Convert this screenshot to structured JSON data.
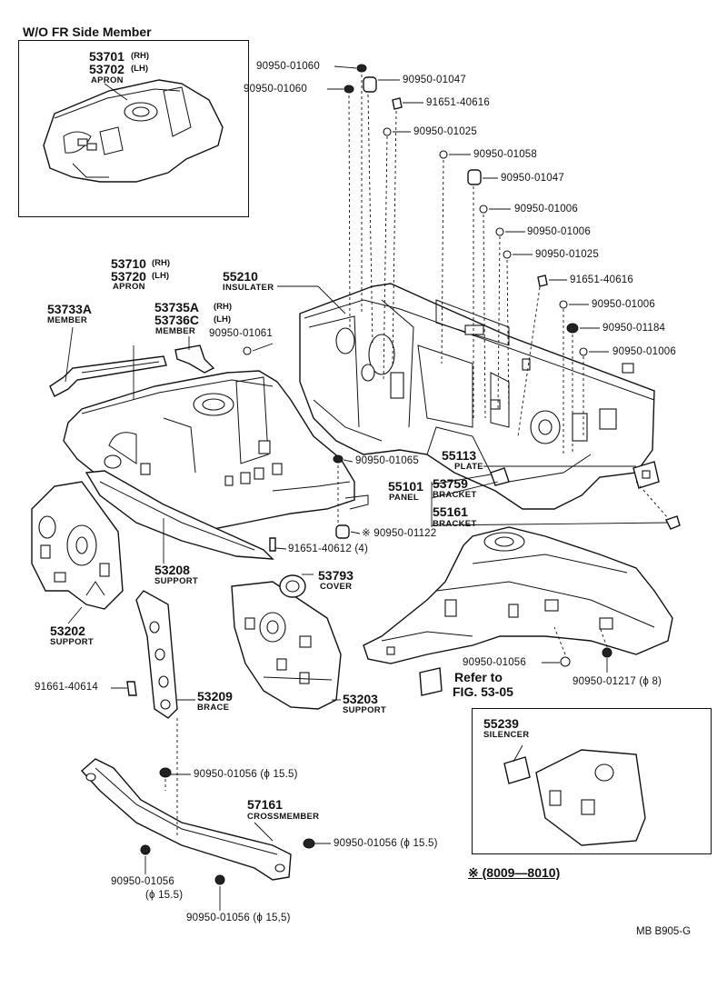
{
  "inset_top": {
    "title": "W/O FR Side Member",
    "part1": "53701",
    "part1_sfx": "(RH)",
    "part2": "53702",
    "part2_sfx": "(LH)",
    "name": "APRON"
  },
  "inset_bottom": {
    "number": "55239",
    "name": "SILENCER",
    "caption": "※ (8009—8010)"
  },
  "footer_code": "MB  B905-G",
  "refer": {
    "line1": "Refer to",
    "line2": "FIG. 53-05"
  },
  "fasteners": {
    "f1": "90950-01060",
    "f2": "90950-01047",
    "f3": "90950-01060",
    "f4": "91651-40616",
    "f5": "90950-01025",
    "f6": "90950-01058",
    "f7": "90950-01047",
    "f8": "90950-01006",
    "f9": "90950-01006",
    "f10": "90950-01025",
    "f11": "91651-40616",
    "f12": "90950-01006",
    "f13": "90950-01184",
    "f14": "90950-01006",
    "f15": "90950-01061",
    "f16": "90950-01065",
    "f17": "※ 90950-01122",
    "f18": "91651-40612 (4)",
    "f19": "90950-01056",
    "f20": "90950-01217 (ϕ 8)",
    "f21": "91661-40614",
    "f22": "90950-01056 (ϕ 15.5)",
    "f23": "90950-01056 (ϕ 15.5)",
    "f24a": "90950-01056",
    "f24b": "(ϕ 15.5)",
    "f25": "90950-01056 (ϕ 15,5)"
  },
  "parts": {
    "p53710": {
      "n1": "53710",
      "s1": "(RH)",
      "n2": "53720",
      "s2": "(LH)",
      "name": "APRON"
    },
    "p53733A": {
      "n": "53733A",
      "name": "MEMBER"
    },
    "p53735A": {
      "n1": "53735A",
      "s1": "(RH)",
      "n2": "53736C",
      "s2": "(LH)",
      "name": "MEMBER"
    },
    "p55210": {
      "n": "55210",
      "name": "INSULATER"
    },
    "p55113": {
      "n": "55113",
      "name": "PLATE"
    },
    "p55101": {
      "n": "55101",
      "name": "PANEL"
    },
    "p53759": {
      "n": "53759",
      "name": "BRACKET"
    },
    "p55161": {
      "n": "55161",
      "name": "BRACKET"
    },
    "p53208": {
      "n": "53208",
      "name": "SUPPORT"
    },
    "p53793": {
      "n": "53793",
      "name": "COVER"
    },
    "p53202": {
      "n": "53202",
      "name": "SUPPORT"
    },
    "p53209": {
      "n": "53209",
      "name": "BRACE"
    },
    "p53203": {
      "n": "53203",
      "name": "SUPPORT"
    },
    "p57161": {
      "n": "57161",
      "name": "CROSSMEMBER"
    }
  }
}
